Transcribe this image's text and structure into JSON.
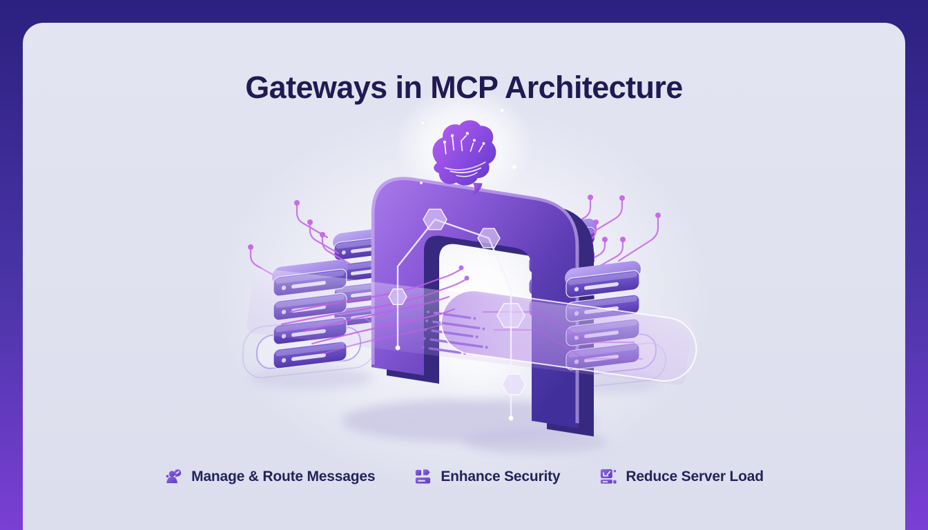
{
  "page": {
    "title": "Gateways in MCP Architecture"
  },
  "features": [
    {
      "label": "Manage & Route Messages",
      "icon": "person-chat-icon"
    },
    {
      "label": "Enhance Security",
      "icon": "security-card-icon"
    },
    {
      "label": "Reduce Server Load",
      "icon": "server-load-icon"
    }
  ],
  "illustration": {
    "elements": [
      "ai-brain-icon",
      "gateway-arch",
      "server-stack-left-back",
      "server-stack-left-front",
      "server-stack-right-back",
      "server-stack-right-front",
      "circuit-traces",
      "data-flow-band"
    ]
  },
  "colors": {
    "background_top": "#2c2080",
    "background_bottom": "#7a3fd4",
    "card_background": "#dfe1ef",
    "title_text": "#211a52",
    "label_text": "#23235a",
    "accent_purple": "#6d4ad0",
    "arch_purple_light": "#ab7cea",
    "arch_purple_dark": "#41309c",
    "trace_magenta": "#c365e8"
  }
}
